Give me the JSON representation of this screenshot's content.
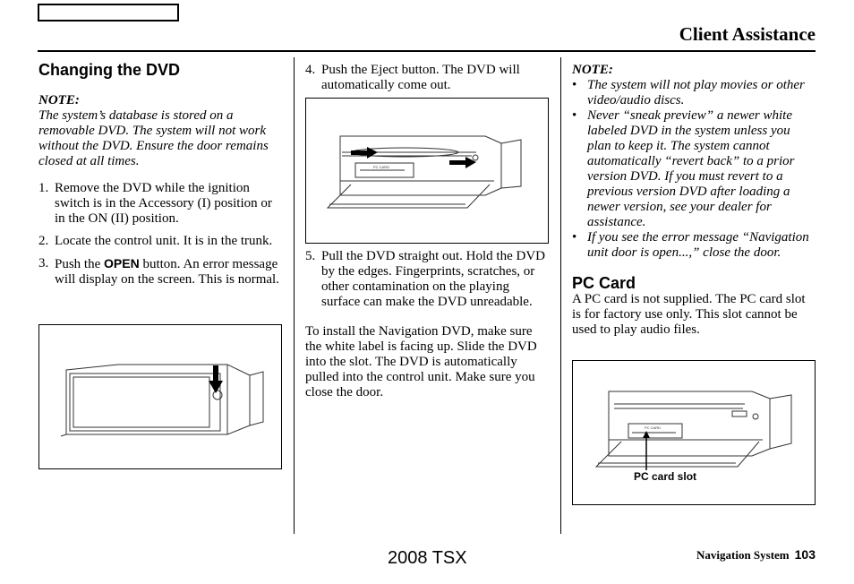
{
  "header": {
    "title": "Client Assistance"
  },
  "left": {
    "heading": "Changing the DVD",
    "note_title": "NOTE:",
    "note_body": "The system’s database is stored on a removable DVD. The system will not work without the DVD. Ensure the door remains closed at all times.",
    "steps": [
      {
        "num": "1.",
        "text": "Remove the DVD while the ignition switch is in the Accessory (I) position or in the ON (II) position."
      },
      {
        "num": "2.",
        "text": "Locate the control unit. It is in the trunk."
      },
      {
        "num": "3.",
        "text_before": "Push the ",
        "keyword": "OPEN",
        "text_after": " button. An error message will display on the screen. This is normal."
      }
    ]
  },
  "middle": {
    "step4": {
      "num": "4.",
      "text": "Push the Eject button. The DVD will automatically come out."
    },
    "step5": {
      "num": "5.",
      "text": "Pull the DVD straight out. Hold the DVD by the edges. Fingerprints, scratches, or other contamination on the playing surface can make the DVD unreadable."
    },
    "install_text": "To install the Navigation DVD, make sure the white label is facing up. Slide the DVD into the slot. The DVD is automatically pulled into the control unit. Make sure you close the door."
  },
  "right": {
    "note_title": "NOTE:",
    "bullets": [
      "The system will not play movies or other video/audio discs.",
      "Never “sneak preview” a newer white labeled DVD in the system unless you plan to keep it. The system cannot automatically “revert back” to a prior version DVD. If you must revert to a previous version DVD after loading a newer version, see your dealer for assistance.",
      "If you see the error message “Navigation unit door is open...,” close the door."
    ],
    "pc_heading": "PC Card",
    "pc_text": "A PC card is not supplied. The PC card slot is for factory use only. This slot cannot be used to play audio files.",
    "callout": "PC card slot"
  },
  "figure_labels": {
    "pc_card": "PC CARD"
  },
  "footer": {
    "model": "2008  TSX",
    "section": "Navigation System",
    "page": "103"
  }
}
